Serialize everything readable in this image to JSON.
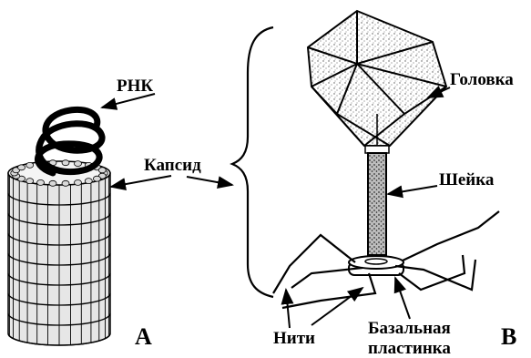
{
  "labels": {
    "rna": "РНК",
    "capsid": "Капсид",
    "head": "Головка",
    "neck": "Шейка",
    "fibers": "Нити",
    "baseplate_line1": "Базальная",
    "baseplate_line2": "пластинка",
    "panel_a": "А",
    "panel_b": "В"
  }
}
